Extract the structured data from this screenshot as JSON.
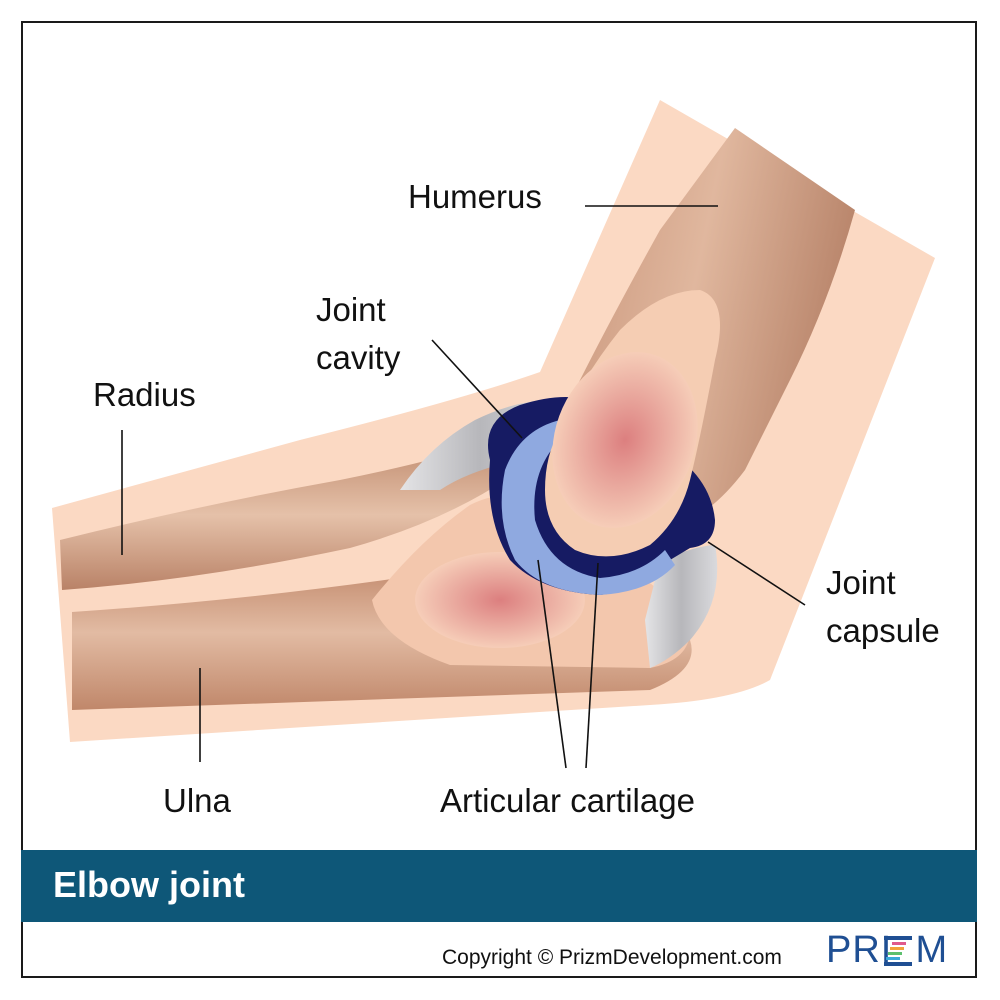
{
  "labels": {
    "humerus": "Humerus",
    "joint_cavity_line1": "Joint",
    "joint_cavity_line2": "cavity",
    "radius": "Radius",
    "joint_capsule_line1": "Joint",
    "joint_capsule_line2": "capsule",
    "ulna": "Ulna",
    "articular_cartilage": "Articular cartilage"
  },
  "title": "Elbow joint",
  "copyright": "Copyright © PrizmDevelopment.com",
  "logo_text": "PRI  M",
  "colors": {
    "title_bar": "#0e5778",
    "skin": "#fbd9c3",
    "bone": "#d4a88c",
    "marrow": "#e3918e",
    "joint_cavity": "#161b63",
    "cartilage": "#8fa9e0",
    "capsule": "#c9c9cd",
    "logo": "#1f4f93"
  }
}
